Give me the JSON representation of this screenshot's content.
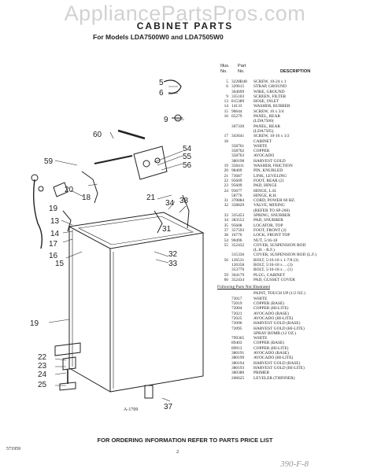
{
  "watermark": "AppliancePartsPros.com",
  "title": "CABINET PARTS",
  "subtitle": "For Models LDA7500W0 and LDA7505W0",
  "figure_label": "A-1709",
  "callouts": [
    "5",
    "6",
    "9",
    "60",
    "59",
    "54",
    "55",
    "56",
    "20",
    "18",
    "19",
    "21",
    "34",
    "13",
    "14",
    "17",
    "16",
    "15",
    "31",
    "38",
    "32",
    "33",
    "19",
    "22",
    "23",
    "24",
    "25",
    "37"
  ],
  "table_header": {
    "illus": "Illus.",
    "no": "No.",
    "part": "Part",
    "part_no": "No.",
    "description": "DESCRIPTION"
  },
  "parts": [
    {
      "illus": "5",
      "part": "3228B48",
      "desc": "SCREW, 10-24 x 1"
    },
    {
      "illus": "6",
      "part": "329615",
      "desc": "STRAP, GROUND"
    },
    {
      "illus": "",
      "part": "364699",
      "desc": "WIRE, GROUND"
    },
    {
      "illus": "9",
      "part": "335103",
      "desc": "SCREEN, FILTER"
    },
    {
      "illus": "13",
      "part": "815389",
      "desc": "HOSE, INLET"
    },
    {
      "illus": "14",
      "part": "14133",
      "desc": "WASHER, RUBBER"
    },
    {
      "illus": "15",
      "part": "90644",
      "desc": "SCREW, 10 x 3/4"
    },
    {
      "illus": "16",
      "part": "65279",
      "desc": "PANEL, REAR"
    },
    {
      "illus": "",
      "part": "",
      "desc": "(LDA7500)"
    },
    {
      "illus": "",
      "part": "367330",
      "desc": "PANEL, REAR"
    },
    {
      "illus": "",
      "part": "",
      "desc": "(LDA7505)"
    },
    {
      "illus": "17",
      "part": "343641",
      "desc": "SCREW, 10-16 x 1/2"
    },
    {
      "illus": "18",
      "part": "",
      "desc": "CABINET"
    },
    {
      "illus": "",
      "part": "358761",
      "desc": "WHITE"
    },
    {
      "illus": "",
      "part": "358762",
      "desc": "COPPER"
    },
    {
      "illus": "",
      "part": "358763",
      "desc": "AVOCADO"
    },
    {
      "illus": "",
      "part": "380198",
      "desc": "HARVEST GOLD"
    },
    {
      "illus": "19",
      "part": "358411",
      "desc": "WASHER, FRICTION"
    },
    {
      "illus": "20",
      "part": "98409",
      "desc": "PIN, KNURLED"
    },
    {
      "illus": "21",
      "part": "73687",
      "desc": "LINK, LEVELING"
    },
    {
      "illus": "22",
      "part": "95609",
      "desc": "FOOT, REAR (2)"
    },
    {
      "illus": "23",
      "part": "95609",
      "desc": "PAD, HINGE"
    },
    {
      "illus": "24",
      "part": "93677",
      "desc": "HINGE, L.H."
    },
    {
      "illus": "",
      "part": "58776",
      "desc": "HINGE, R.H."
    },
    {
      "illus": "31",
      "part": "370884",
      "desc": "CORD, POWER 60 HZ."
    },
    {
      "illus": "32",
      "part": "358829",
      "desc": "VALVE, MIXING"
    },
    {
      "illus": "",
      "part": "",
      "desc": "(REFER TO SP-260)"
    },
    {
      "illus": "33",
      "part": "335453",
      "desc": "SPRING, SNUBBER"
    },
    {
      "illus": "34",
      "part": "383553",
      "desc": "PAD, SNUBBER"
    },
    {
      "illus": "35",
      "part": "95608",
      "desc": "LOCATOR, TOP"
    },
    {
      "illus": "37",
      "part": "357593",
      "desc": "FOOT, FRONT (2)"
    },
    {
      "illus": "38",
      "part": "16776",
      "desc": "LOCK, FRONT TOP"
    },
    {
      "illus": "54",
      "part": "90496",
      "desc": "NUT, 5/16-18"
    },
    {
      "illus": "55",
      "part": "352432",
      "desc": "COVER, SUSPENSION ROD"
    },
    {
      "illus": "",
      "part": "",
      "desc": "(L.H. - R.F.)"
    },
    {
      "illus": "",
      "part": "315336",
      "desc": "COVER, SUSPENSION ROD (L.F.)"
    },
    {
      "illus": "56",
      "part": "126531",
      "desc": "BOLT, 5/16-18 x 1-7/8 (3)"
    },
    {
      "illus": "",
      "part": "126358",
      "desc": "BOLT, 5/16-18 x ... (3)"
    },
    {
      "illus": "",
      "part": "353770",
      "desc": "BOLT, 5/16-18 x ... (1)"
    },
    {
      "illus": "59",
      "part": "364179",
      "desc": "PLUG, CABINET"
    },
    {
      "illus": "60",
      "part": "352434",
      "desc": "PAD, GUSSET COVER"
    }
  ],
  "not_illustrated_heading": "Following Parts Not Illustrated",
  "not_illustrated": [
    {
      "part": "",
      "desc": "PAINT, TOUCH UP (1/2 OZ.)"
    },
    {
      "part": "72017",
      "desc": "WHITE"
    },
    {
      "part": "72019",
      "desc": "COPPER (BASE)"
    },
    {
      "part": "72004",
      "desc": "COPPER (HI-LITE)"
    },
    {
      "part": "72021",
      "desc": "AVOCADO (BASE)"
    },
    {
      "part": "72025",
      "desc": "AVOCADO (HI-LITE)"
    },
    {
      "part": "72096",
      "desc": "HARVEST GOLD (BASE)"
    },
    {
      "part": "72095",
      "desc": "HARVEST GOLD (HI-LITE)"
    },
    {
      "part": "",
      "desc": "SPRAY BOMB (12 OZ.)"
    },
    {
      "part": "799365",
      "desc": "WHITE"
    },
    {
      "part": "89403",
      "desc": "COPPER (BASE)"
    },
    {
      "part": "89913",
      "desc": "COPPER (HI-LITE)"
    },
    {
      "part": "380191",
      "desc": "AVOCADO (BASE)"
    },
    {
      "part": "380199",
      "desc": "AVOCADO (HI-LITE)"
    },
    {
      "part": "380194",
      "desc": "HARVEST GOLD (BASE)"
    },
    {
      "part": "380193",
      "desc": "HARVEST GOLD (HI-LITE)"
    },
    {
      "part": "380380",
      "desc": "PRIMER"
    },
    {
      "part": "206625",
      "desc": "LEVELER (THINNER)"
    }
  ],
  "footer": "FOR ORDERING INFORMATION REFER TO PARTS PRICE LIST",
  "doc_code": "571959",
  "page_number": "2",
  "handwritten": "390-F-8"
}
